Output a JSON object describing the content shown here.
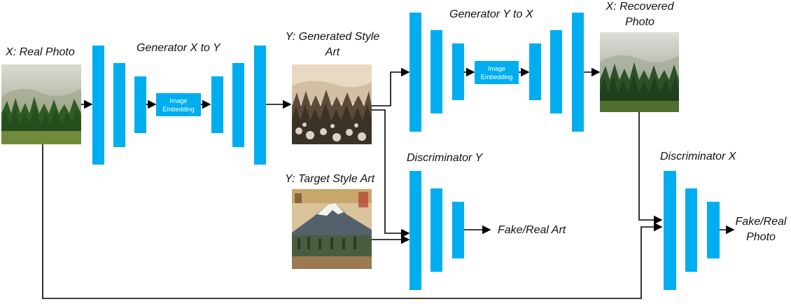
{
  "labels": {
    "real_photo": "X: Real Photo",
    "gen_xy": "Generator X to Y",
    "generated_art_l1": "Y: Generated Style",
    "generated_art_l2": "Art",
    "gen_yx": "Generator Y to X",
    "recovered_l1": "X: Recovered",
    "recovered_l2": "Photo",
    "target_art": "Y: Target Style Art",
    "disc_y": "Discriminator Y",
    "disc_x": "Discriminator X",
    "fake_real_art": "Fake/Real Art",
    "fake_real_photo_l1": "Fake/Real",
    "fake_real_photo_l2": "Photo"
  },
  "embedding": {
    "line1": "Image",
    "line2": "Embedding"
  },
  "colors": {
    "layer_bar": "#00aeef",
    "arrow": "#000000"
  },
  "images": {
    "real_photo": "misty-pine-forest-photo",
    "generated_art": "stylized-forest-art",
    "recovered_photo": "recovered-forest-photo",
    "target_art": "japanese-mountain-woodblock-print"
  }
}
